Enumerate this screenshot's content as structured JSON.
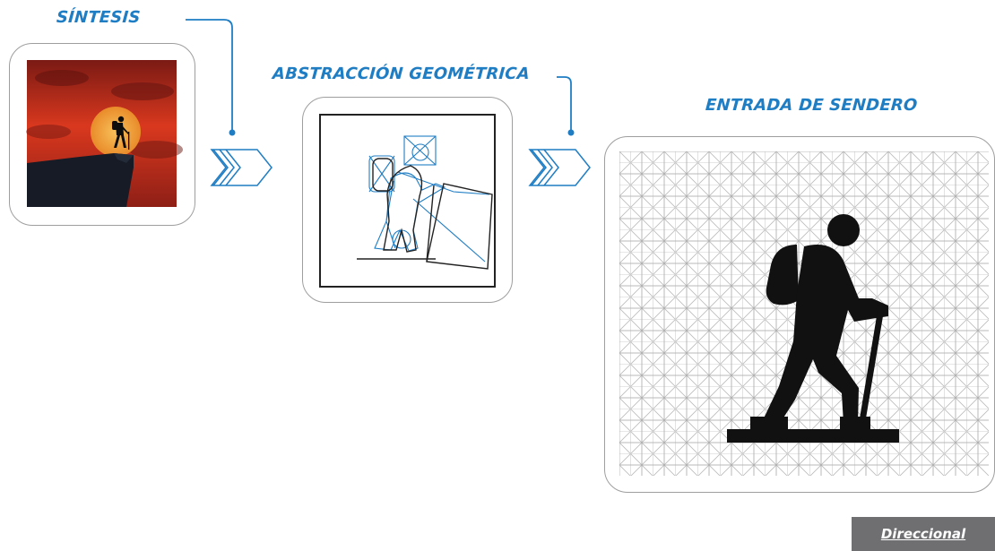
{
  "steps": {
    "step1_title": "SÍNTESIS",
    "step2_title": "ABSTRACCIÓN GEOMÉTRICA",
    "step3_title": "ENTRADA DE SENDERO"
  },
  "link": {
    "label": "Direccional"
  },
  "colors": {
    "accent": "#1f7dc4",
    "card_border": "#9e9e9e",
    "grid_line": "#b8b8b8",
    "pictogram": "#111111",
    "button_bg": "#6f6f72",
    "sunset_red": "#d9381e",
    "sun": "#f2a43a"
  },
  "icons": {
    "photo": "hiker-sunset-photo",
    "sketch": "hiker-geometric-sketch",
    "pictogram": "hiker-trailhead-pictogram",
    "arrows": "triple-chevron-arrow"
  }
}
